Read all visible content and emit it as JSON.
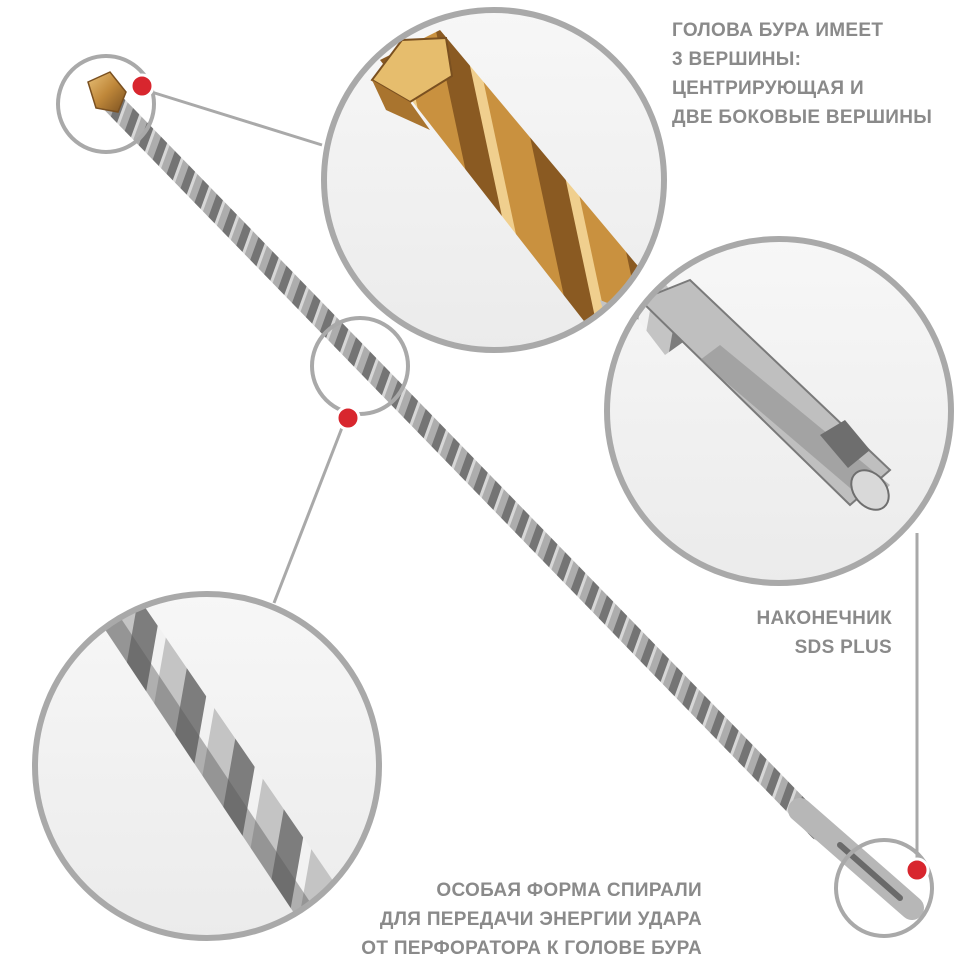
{
  "colors": {
    "ring": "#a9a9a9",
    "marker": "#d8262e",
    "caption": "#8a8a8a",
    "steel": "#b8b8b8",
    "steel_dark": "#6e6e6e",
    "carbide_gold": "#c99a45",
    "background": "#ffffff"
  },
  "callouts": {
    "head": {
      "lines": [
        "Голова бура имеет",
        "3 вершины:",
        "центрирующая и",
        "две боковые вершины"
      ]
    },
    "shank": {
      "lines": [
        "Наконечник",
        "SDS plus"
      ]
    },
    "spiral": {
      "lines": [
        "Особая форма спирали",
        "для передачи энергии удара",
        "от перфоратора к голове бура"
      ]
    }
  },
  "icons": {
    "tip": "drill-tip-zoom-photo",
    "shank": "sds-plus-shank-zoom-photo",
    "spiral": "spiral-flute-zoom-photo",
    "marker": "red-dot-marker"
  }
}
